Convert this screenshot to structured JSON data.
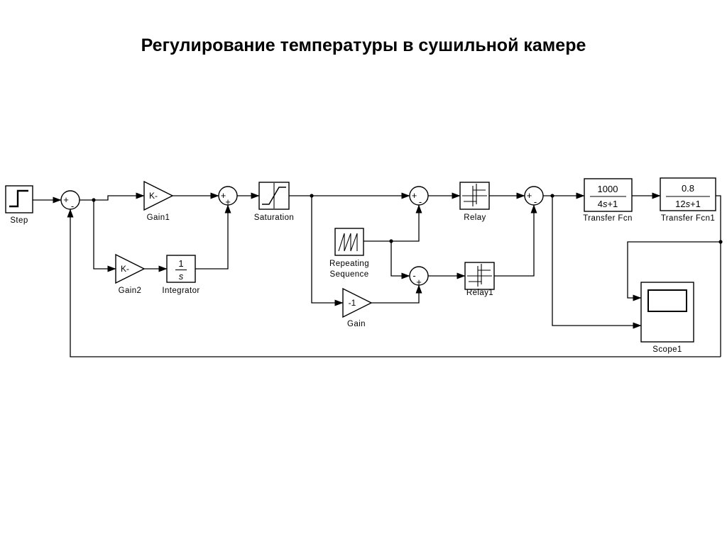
{
  "title": "Регулирование температуры в сушильной камере",
  "blocks": {
    "step": {
      "label": "Step"
    },
    "gain1": {
      "label": "Gain1",
      "value": "K-"
    },
    "gain2": {
      "label": "Gain2",
      "value": "K-"
    },
    "integrator": {
      "label": "Integrator",
      "numerator": "1",
      "denominator": "s"
    },
    "saturation": {
      "label": "Saturation"
    },
    "repeating_sequence": {
      "label_line1": "Repeating",
      "label_line2": "Sequence"
    },
    "gain": {
      "label": "Gain",
      "value": "-1"
    },
    "relay": {
      "label": "Relay"
    },
    "relay1": {
      "label": "Relay1"
    },
    "transfer_fcn": {
      "label": "Transfer Fcn",
      "numerator": "1000",
      "den_coef": "4",
      "den_var": "s",
      "den_tail": "+1"
    },
    "transfer_fcn1": {
      "label": "Transfer Fcn1",
      "numerator": "0.8",
      "den_coef": "12",
      "den_var": "s",
      "den_tail": "+1"
    },
    "scope1": {
      "label": "Scope1"
    }
  },
  "sums": {
    "sum1": {
      "sign_left": "+",
      "sign_bottom": "-"
    },
    "sum2": {
      "sign_left": "+",
      "sign_bottom": "+"
    },
    "sum3": {
      "sign_left": "+",
      "sign_bottom": "-"
    },
    "sum4": {
      "sign_left": "-",
      "sign_bottom": "+"
    },
    "sum5": {
      "sign_left": "+",
      "sign_bottom": "-"
    }
  },
  "colors": {
    "line": "#000000",
    "background": "#ffffff"
  }
}
